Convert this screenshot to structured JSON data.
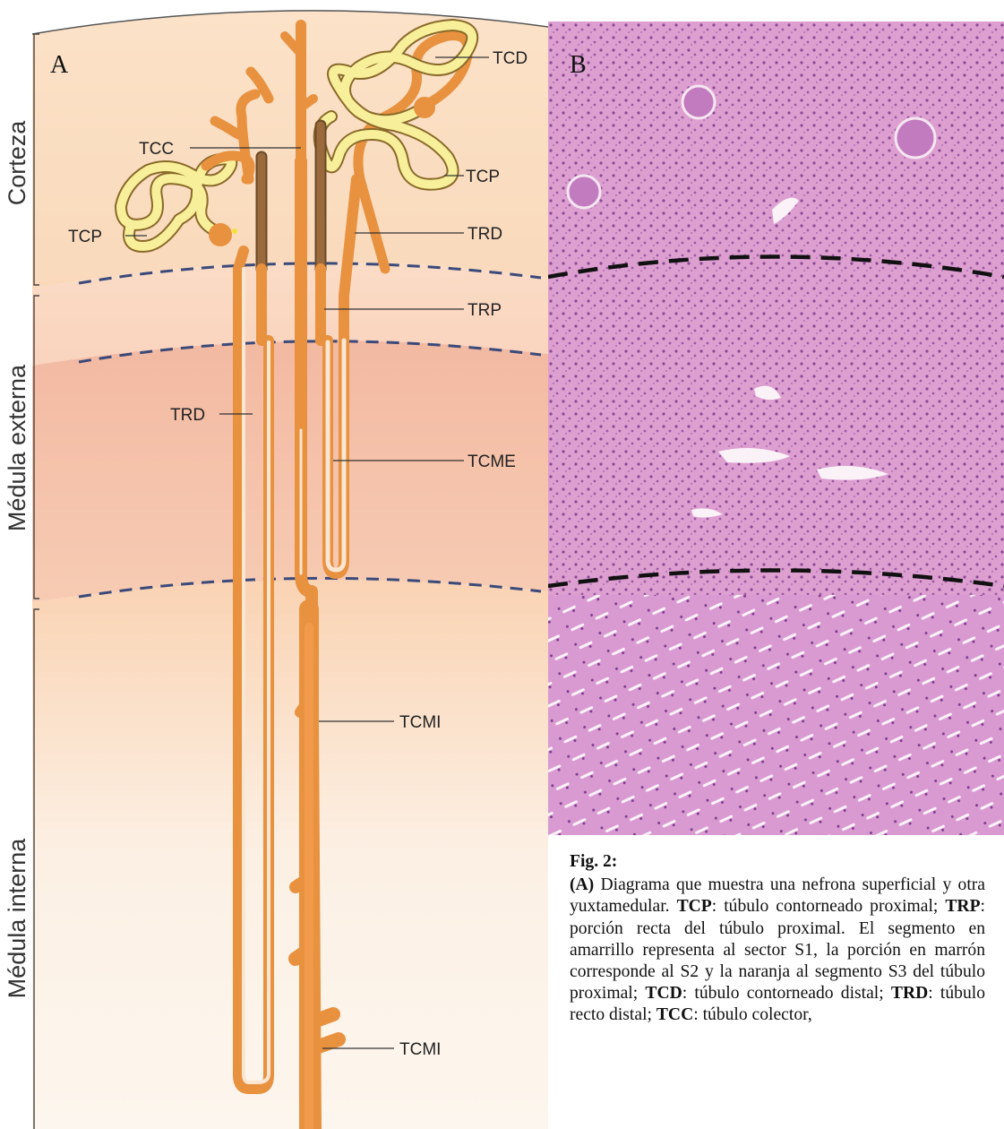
{
  "panel_a": {
    "letter": "A",
    "zones": {
      "cortex": "Corteza",
      "outer_medulla": "Médula externa",
      "inner_medulla": "Médula interna"
    },
    "labels": {
      "tcd": "TCD",
      "tcc": "TCC",
      "tcp_right": "TCP",
      "tcp_left": "TCP",
      "trd_upper": "TRD",
      "trp": "TRP",
      "trd_left": "TRD",
      "tcme": "TCME",
      "tcmi_upper": "TCMI",
      "tcmi_lower": "TCMI"
    },
    "colors": {
      "s1_yellow": "#f6edA0",
      "s2_brown": "#9a6a3c",
      "s3_orange": "#e8913f"
    }
  },
  "panel_b": {
    "letter": "B"
  },
  "caption": {
    "fig": "Fig. 2:",
    "text_lead": "(A)",
    "p1": " Diagrama que muestra una nefrona superficial y otra yuxtamedular. ",
    "tcp": "TCP",
    "p2": ": túbulo contorneado proximal; ",
    "trp": "TRP",
    "p3": ": porción recta del túbulo proximal. El segmento en amarrillo representa al sector S1, la porción en marrón corresponde al S2 y la naranja al segmento S3 del túbulo proximal; ",
    "tcd": "TCD",
    "p4": ": túbulo contorneado distal; ",
    "trd": "TRD",
    "p5": ": túbulo recto distal; ",
    "tcc": "TCC",
    "p6": ": túbulo colector,"
  }
}
